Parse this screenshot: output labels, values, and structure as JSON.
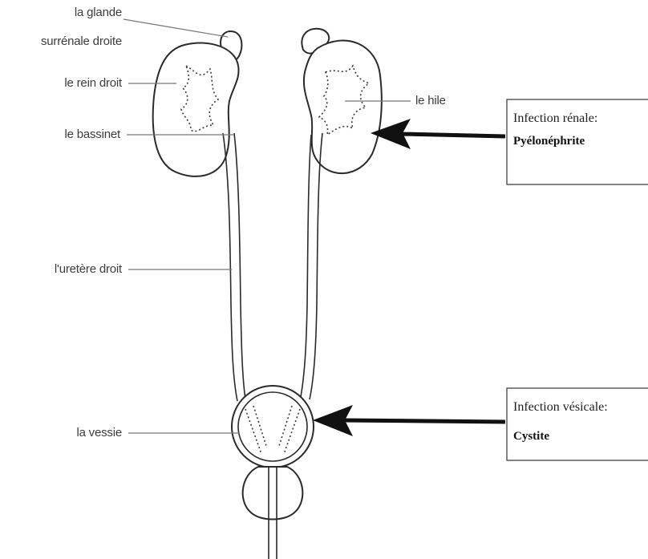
{
  "labels": {
    "glande_line1": "la glande",
    "glande_line2": "surrénale droite",
    "rein_droit": "le rein droit",
    "bassinet": "le bassinet",
    "uretere": "l'uretère droit",
    "vessie": "la vessie",
    "hile": "le hile"
  },
  "callouts": {
    "renale": {
      "title": "Infection rénale:",
      "name": "Pyélonéphrite"
    },
    "vesicale": {
      "title": "Infection vésicale:",
      "name": "Cystite"
    }
  }
}
